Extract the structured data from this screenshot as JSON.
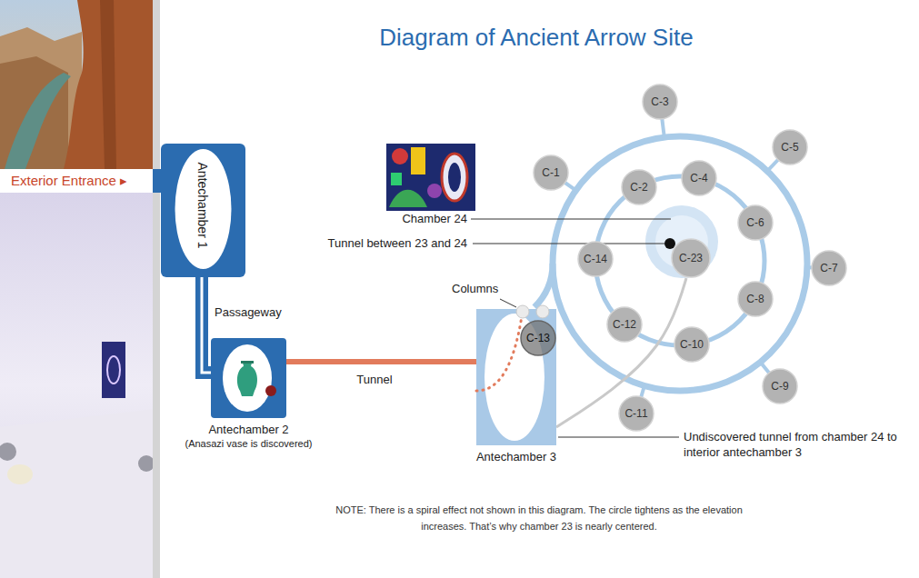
{
  "diagram": {
    "title": "Diagram of Ancient Arrow Site",
    "nodes": [
      {
        "text": [
          "Antechamber 1"
        ]
      },
      {
        "text": [
          "Antechamber 2",
          "(Anasazi vase is discovered)"
        ]
      },
      {
        "text": [
          "Antechamber 3"
        ]
      },
      {
        "text": [
          "C-1"
        ]
      },
      {
        "text": [
          "C-2"
        ]
      },
      {
        "text": [
          "C-3"
        ]
      },
      {
        "text": [
          "C-4"
        ]
      },
      {
        "text": [
          "C-5"
        ]
      },
      {
        "text": [
          "C-6"
        ]
      },
      {
        "text": [
          "C-7"
        ]
      },
      {
        "text": [
          "C-8"
        ]
      },
      {
        "text": [
          "C-9"
        ]
      },
      {
        "text": [
          "C-10"
        ]
      },
      {
        "text": [
          "C-11"
        ]
      },
      {
        "text": [
          "C-12"
        ]
      },
      {
        "text": [
          "C-13"
        ]
      },
      {
        "text": [
          "C-14"
        ]
      },
      {
        "text": [
          "C-23"
        ]
      }
    ],
    "edges": [
      {
        "from": 0,
        "to": 1,
        "label": "Passageway",
        "arrow": "none"
      },
      {
        "from": 1,
        "to": 2,
        "label": "Tunnel",
        "arrow": "none"
      },
      {
        "from": 17,
        "to": 2,
        "arrow": "none"
      }
    ],
    "labels": [
      "Exterior Entrance ▸",
      "Chamber 24",
      "Tunnel between 23 and 24",
      "Columns",
      "Undiscovered tunnel from chamber 24 to interior antechamber 3",
      "NOTE: There is a spiral effect not shown in this diagram. The circle tightens as the elevation increases. That’s why chamber 23 is nearly centered."
    ]
  }
}
